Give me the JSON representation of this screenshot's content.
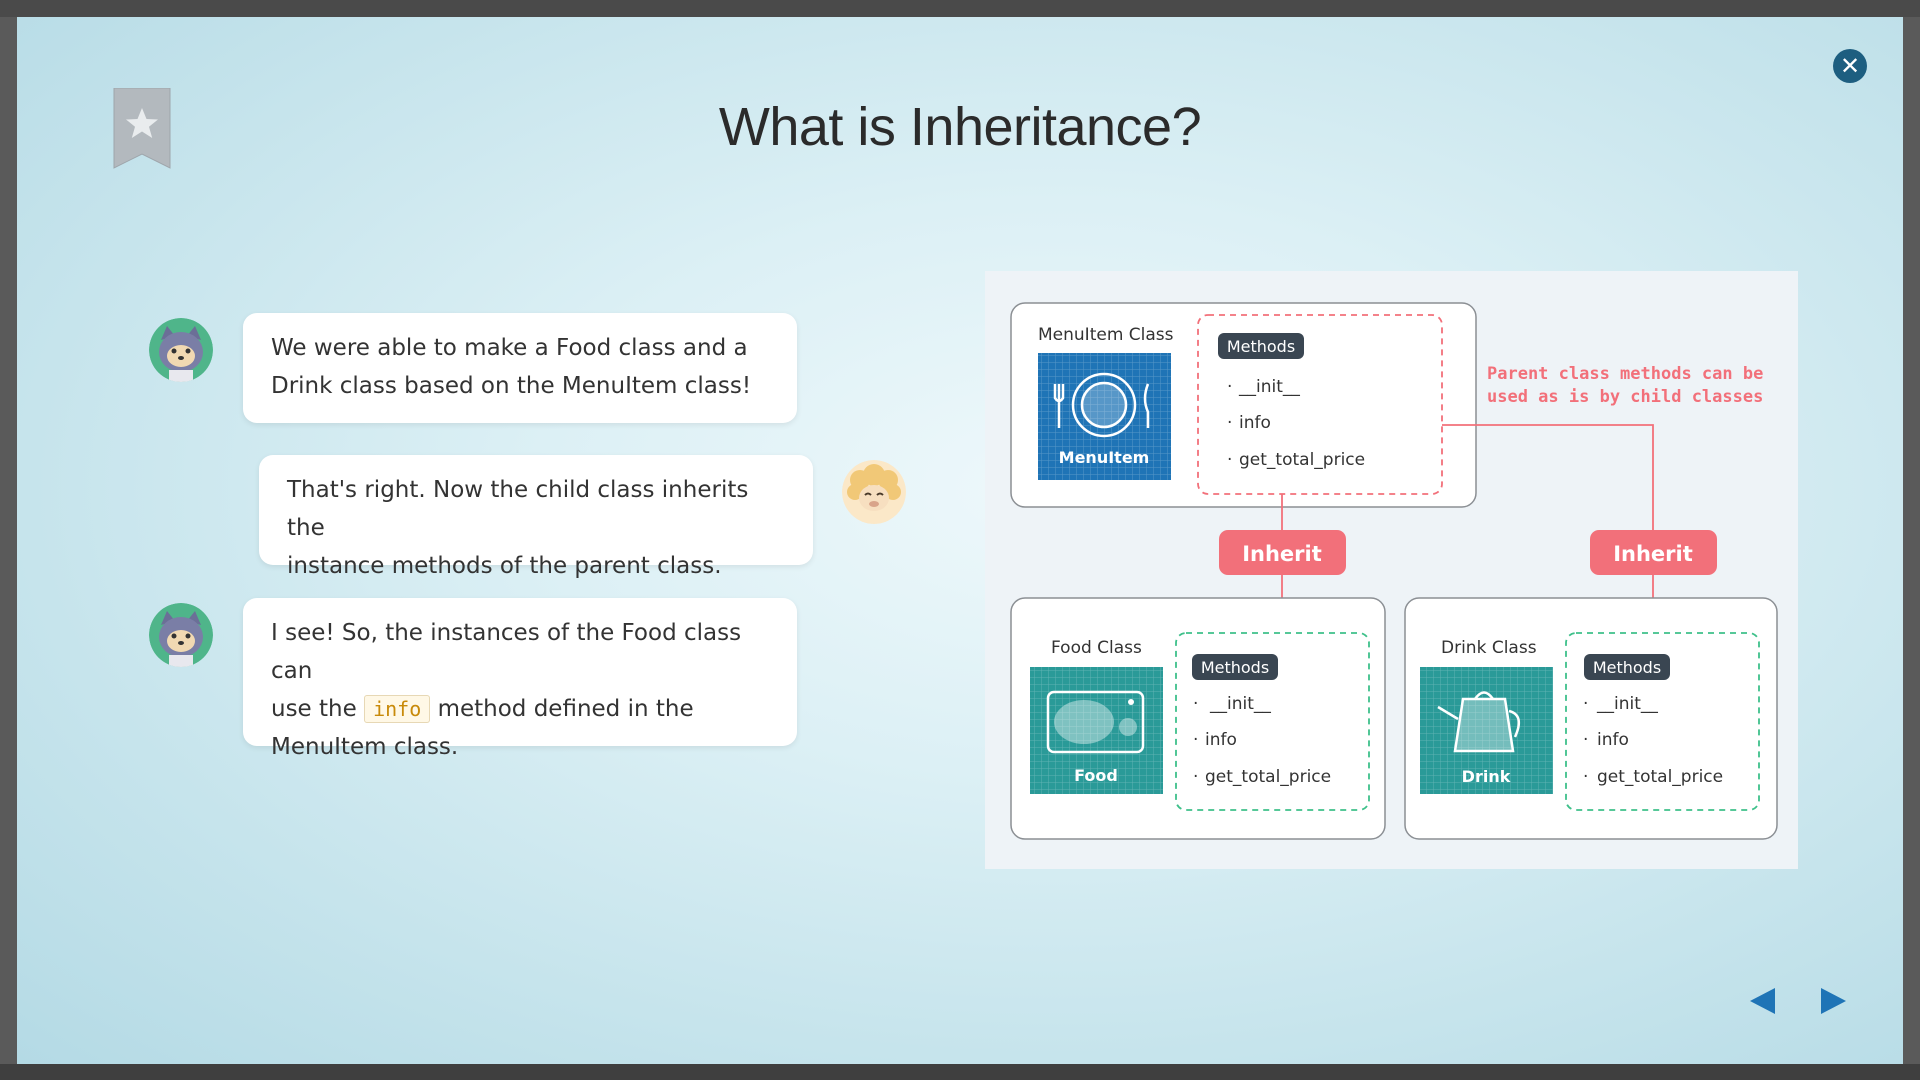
{
  "page": {
    "title": "What is Inheritance?"
  },
  "chat": [
    {
      "speaker": "cat",
      "line1": "We were able to make a Food class and a",
      "line2": "Drink class based on the MenuItem class!"
    },
    {
      "speaker": "sheep",
      "line1": "That's right. Now the child class inherits the",
      "line2": "instance methods of the parent class."
    },
    {
      "speaker": "cat",
      "line1_before": "I see! So, the instances of the Food class can",
      "line2_before": "use the",
      "code": "info",
      "line2_after": "method defined in the",
      "line3": "MenuItem class."
    }
  ],
  "diagram": {
    "parent": {
      "class_label": "MenuItem Class",
      "icon_label": "MenuItem",
      "methods_badge": "Methods",
      "methods": [
        "__init__",
        "info",
        "get_total_price"
      ]
    },
    "note": {
      "line1": "Parent class methods can be",
      "line2": "used as is by child classes"
    },
    "inherit_labels": [
      "Inherit",
      "Inherit"
    ],
    "children": [
      {
        "class_label": "Food Class",
        "icon_label": "Food",
        "methods_badge": "Methods",
        "methods": [
          "__init__",
          "info",
          "get_total_price"
        ]
      },
      {
        "class_label": "Drink Class",
        "icon_label": "Drink",
        "methods_badge": "Methods",
        "methods": [
          "__init__",
          "info",
          "get_total_price"
        ]
      }
    ]
  },
  "colors": {
    "accent_pink": "#f2707a",
    "parent_blue": "#1f74b6",
    "child_teal": "#2a9a98",
    "close_blue": "#1d5e80"
  },
  "icons": {
    "close": "close-icon",
    "bookmark": "bookmark-star-icon",
    "prev": "arrow-left-icon",
    "next": "arrow-right-icon"
  }
}
